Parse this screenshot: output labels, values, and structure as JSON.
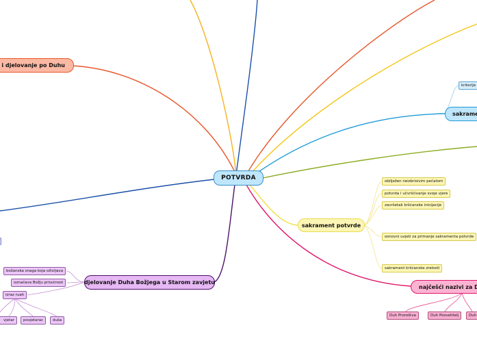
{
  "center": {
    "label": "POTVRDA"
  },
  "branches": {
    "zivot": {
      "label": "Život i djelovanje po Duhu"
    },
    "sakramenti": {
      "label": "sakramenti"
    },
    "potvrda": {
      "label": "sakrament potvrde"
    },
    "nazivi": {
      "label": "najčešći nazivi za Duha"
    },
    "sz": {
      "label": "djelovanje Duha Božjega u Starom zavjetu"
    }
  },
  "potvrda_items": [
    "obilježen neizbrisivim pečatom",
    "potvrda i učvršćivanje svoje vjere",
    "završetak kršćanske inicijacije",
    "osnovni uvjeti za primanje sakramenta potvrde",
    "sakrament kršćanske zrelosti"
  ],
  "sakramenti_items": [
    "kriterije"
  ],
  "nazivi_items": [
    "Duh Proroštva",
    "Duh Posvetitelj",
    "Duh"
  ],
  "sz_items": {
    "a": "božanska snaga koja oživljava",
    "b": "označava Božju prisutnost",
    "c": "izraz ruah",
    "ruah": [
      "vjetar",
      "povjetarac",
      "duša"
    ]
  },
  "colors": {
    "zivot": "#e8552a",
    "center_edge": "#3a8fc9",
    "sakramenti": "#1d9ad6",
    "potvrda": "#f0e040",
    "nazivi": "#e0156a",
    "sz": "#4b1066",
    "navy": "#1a4fa8",
    "orange_top": "#f4b21a",
    "yellow_top": "#f5c518",
    "green": "#8aab1f"
  }
}
